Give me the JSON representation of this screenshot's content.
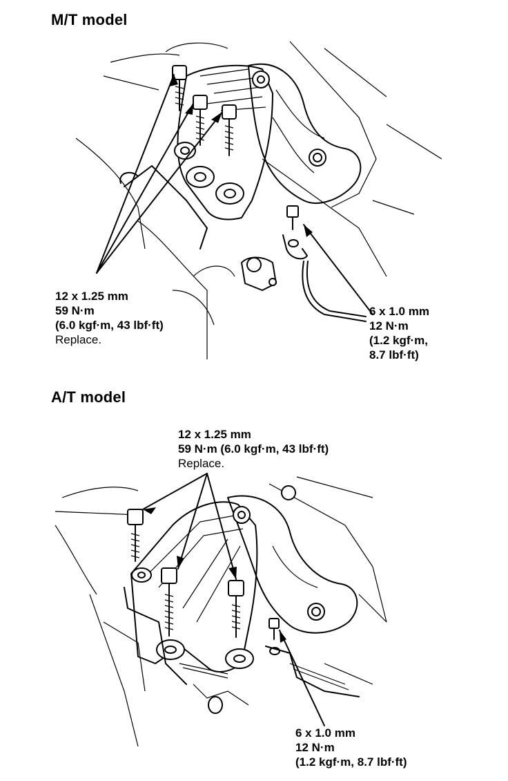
{
  "mt": {
    "title": "M/T model",
    "mount_bolt": {
      "size": "12 x 1.25 mm",
      "torque": "59 N·m",
      "torque_alt": "(6.0 kgf·m, 43 lbf·ft)",
      "note": "Replace."
    },
    "ground_bolt": {
      "size": "6 x 1.0 mm",
      "torque": "12 N·m",
      "torque_alt_1": "(1.2 kgf·m,",
      "torque_alt_2": "8.7 lbf·ft)"
    }
  },
  "at": {
    "title": "A/T model",
    "mount_bolt": {
      "size": "12 x 1.25 mm",
      "torque": "59 N·m (6.0 kgf·m, 43 lbf·ft)",
      "note": "Replace."
    },
    "ground_bolt": {
      "size": "6 x 1.0 mm",
      "torque": "12 N·m",
      "torque_alt": "(1.2 kgf·m, 8.7 lbf·ft)"
    }
  }
}
